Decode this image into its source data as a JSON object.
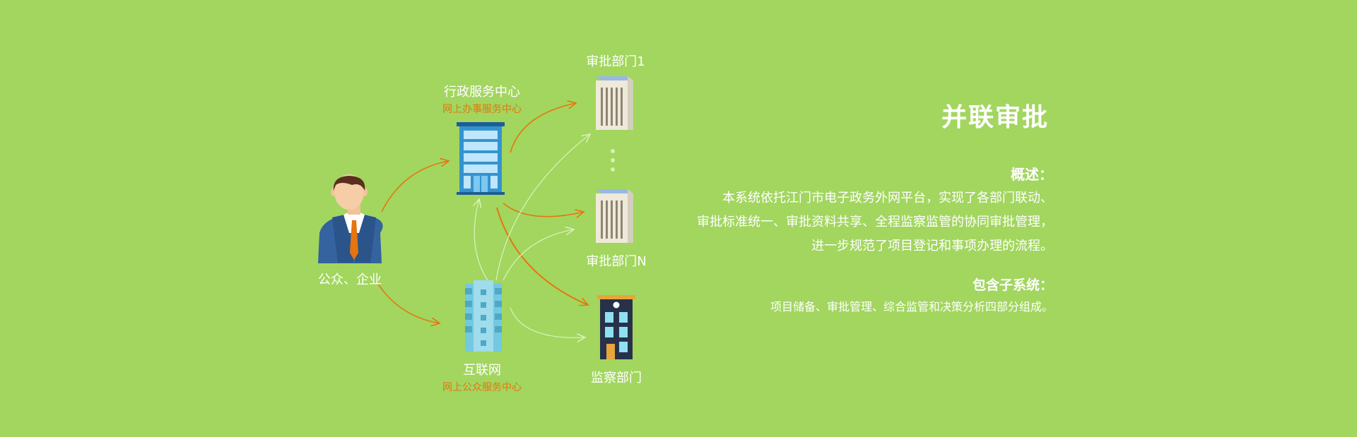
{
  "diagram": {
    "nodes": {
      "public": {
        "label": "公众、企业"
      },
      "admin_center": {
        "label": "行政服务中心",
        "sub_label": "网上办事服务中心"
      },
      "internet": {
        "label": "互联网",
        "sub_label": "网上公众服务中心"
      },
      "dept_1": {
        "label": "审批部门1"
      },
      "dept_n": {
        "label": "审批部门N"
      },
      "supervision": {
        "label": "监察部门"
      }
    }
  },
  "info": {
    "title": "并联审批",
    "overview_heading": "概述：",
    "overview_lines": [
      "本系统依托江门市电子政务外网平台，实现了各部门联动、",
      "审批标准统一、审批资料共享、全程监察监管的协同审批管理，",
      "进一步规范了项目登记和事项办理的流程。"
    ],
    "subsystems_heading": "包含子系统：",
    "subsystems_text": "项目储备、审批管理、综合监管和决策分析四部分组成。"
  },
  "colors": {
    "background": "#a2d65f",
    "accent_orange": "#e8740f",
    "faint_arrow": "#d9f0b8"
  }
}
